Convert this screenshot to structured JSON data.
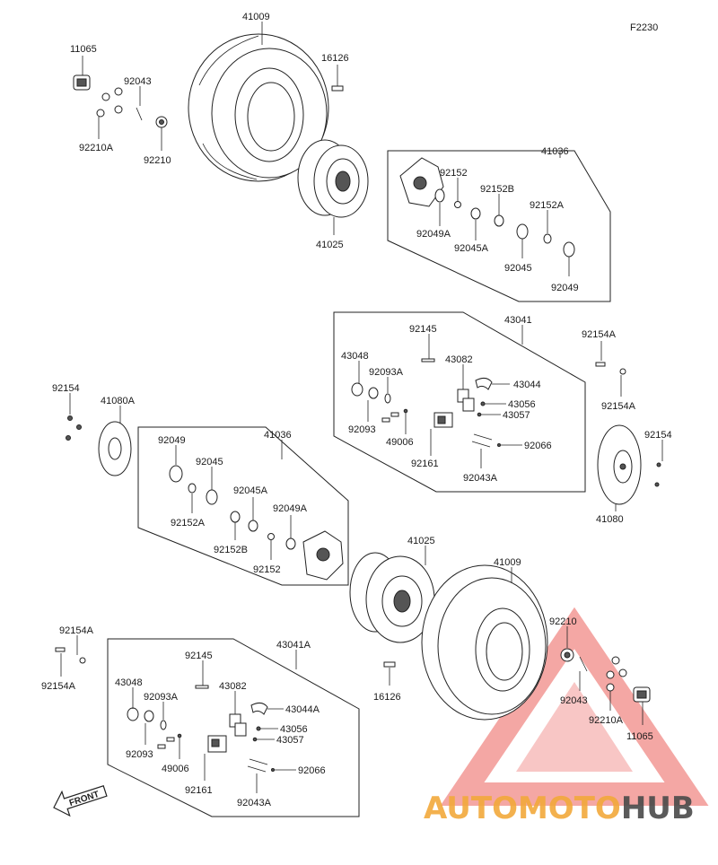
{
  "diagram": {
    "code": "F2230",
    "parts": {
      "p41009_top": "41009",
      "p11065_top": "11065",
      "p92043_top": "92043",
      "p92210A_top": "92210A",
      "p92210_top": "92210",
      "p16126_top": "16126",
      "p41025_top": "41025",
      "p41036_top": "41036",
      "p92152_top": "92152",
      "p92152B_top": "92152B",
      "p92152A_top": "92152A",
      "p92049A_top": "92049A",
      "p92045A_top": "92045A",
      "p92045_top": "92045",
      "p92049_top": "92049",
      "p43041": "43041",
      "p92145_a": "92145",
      "p43048_a": "43048",
      "p43082_a": "43082",
      "p92093A_a": "92093A",
      "p43044": "43044",
      "p43056_a": "43056",
      "p43057_a": "43057",
      "p92093_a": "92093",
      "p49006_a": "49006",
      "p92066_a": "92066",
      "p92161_a": "92161",
      "p92043A_a": "92043A",
      "p92154A_r1": "92154A",
      "p92154A_r2": "92154A",
      "p92154_r": "92154",
      "p41080": "41080",
      "p92154_l": "92154",
      "p41080A": "41080A",
      "p41036_mid": "41036",
      "p92049_mid": "92049",
      "p92045_mid": "92045",
      "p92045A_mid": "92045A",
      "p92049A_mid": "92049A",
      "p92152A_mid": "92152A",
      "p92152B_mid": "92152B",
      "p92152_mid": "92152",
      "p41025_bot": "41025",
      "p41009_bot": "41009",
      "p92210_bot": "92210",
      "p92043_bot": "92043",
      "p92210A_bot": "92210A",
      "p11065_bot": "11065",
      "p16126_bot": "16126",
      "p92154A_l1": "92154A",
      "p92154A_l2": "92154A",
      "p43041A": "43041A",
      "p92145_b": "92145",
      "p43048_b": "43048",
      "p43082_b": "43082",
      "p92093A_b": "92093A",
      "p43044A": "43044A",
      "p43056_b": "43056",
      "p43057_b": "43057",
      "p92093_b": "92093",
      "p49006_b": "49006",
      "p92066_b": "92066",
      "p92161_b": "92161",
      "p92043A_b": "92043A"
    },
    "front_label": "FRONT"
  },
  "watermark": {
    "brand_part1": "AUTOMOTO",
    "brand_part2": "HUB",
    "accent_color": "#e8413c",
    "secondary_color": "#f2a93b",
    "dark_color": "#3a3a3a"
  }
}
